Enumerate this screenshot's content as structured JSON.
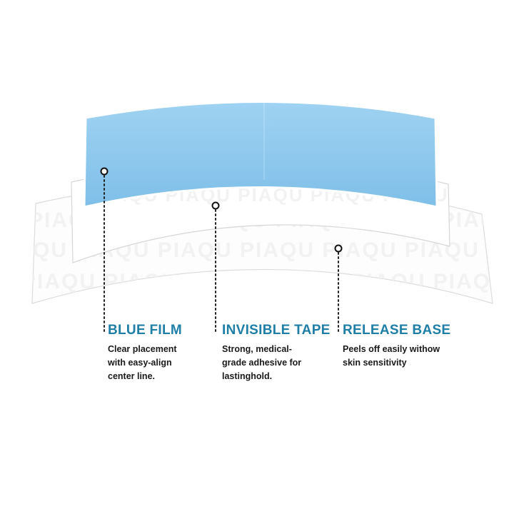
{
  "layers": {
    "blue_film": {
      "title": "BLUE FILM",
      "text": "Clear placement\nwith easy-align\ncenter line."
    },
    "invisible_tape": {
      "title": "INVISIBLE TAPE",
      "text": "Strong, medical-\ngrade adhesive for\n lastinghold."
    },
    "release_base": {
      "title": "RELEASE BASE",
      "text": "Peels off easily withow\nskin sensitivity"
    }
  },
  "watermark": "PIAQU PIAQU PIAQU PIAQU PIAQU PIAQU",
  "colors": {
    "accent": "#1f7ea6",
    "blue_film": "#8ec9ee",
    "body_text": "#1a1a1a",
    "watermark": "#f1f1f1"
  }
}
